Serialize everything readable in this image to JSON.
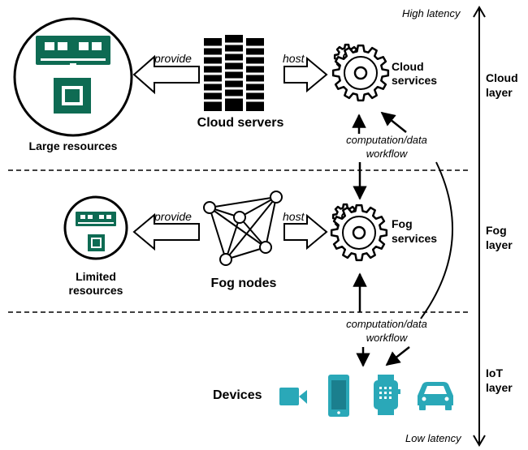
{
  "latency_axis": {
    "top_label": "High latency",
    "bottom_label": "Low latency"
  },
  "layers": [
    {
      "name": "Cloud",
      "suffix": "layer"
    },
    {
      "name": "Fog",
      "suffix": "layer"
    },
    {
      "name": "IoT",
      "suffix": "layer"
    }
  ],
  "cloud": {
    "resources_label": "Large resources",
    "servers_label": "Cloud servers",
    "provide_label": "provide",
    "host_label": "host",
    "services_line1": "Cloud",
    "services_line2": "services"
  },
  "fog": {
    "resources_line1": "Limited",
    "resources_line2": "resources",
    "nodes_label": "Fog nodes",
    "provide_label": "provide",
    "host_label": "host",
    "services_line1": "Fog",
    "services_line2": "services"
  },
  "workflow": {
    "upper_line1": "computation/data",
    "upper_line2": "workflow",
    "lower_line1": "computation/data",
    "lower_line2": "workflow"
  },
  "iot": {
    "devices_label": "Devices",
    "device_icons": [
      "video-camera-icon",
      "smartphone-icon",
      "smartwatch-icon",
      "car-icon"
    ]
  },
  "colors": {
    "ram_green": "#0e6b53",
    "device_teal": "#2aa8b8",
    "line_black": "#000000"
  }
}
